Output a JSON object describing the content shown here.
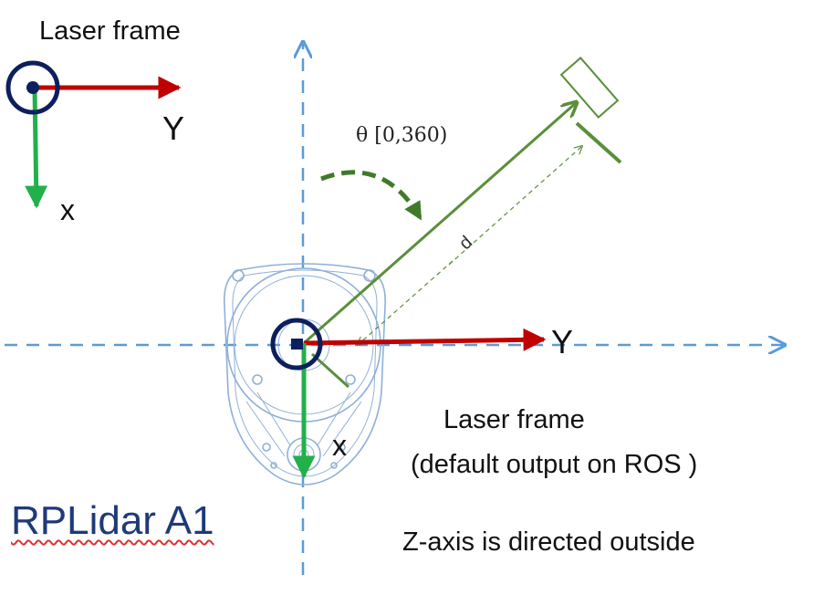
{
  "legend": {
    "title": "Laser frame",
    "y_label": "Y",
    "x_label": "x"
  },
  "main_frame": {
    "y_label": "Y",
    "x_label": "x",
    "theta_label": "θ [0,360)",
    "distance_label": "d"
  },
  "notes": {
    "frame_title": "Laser frame",
    "frame_subtitle": "(default output on ROS )",
    "z_axis": "Z-axis is directed outside"
  },
  "device": {
    "name": "RPLidar A1"
  },
  "colors": {
    "y_axis": "#c00000",
    "x_axis": "#22b04a",
    "origin_ring": "#0d1f5c",
    "dashed_axes": "#5b9bd5",
    "beam": "#5a8f3a",
    "device_outline": "#8fb0d8"
  }
}
